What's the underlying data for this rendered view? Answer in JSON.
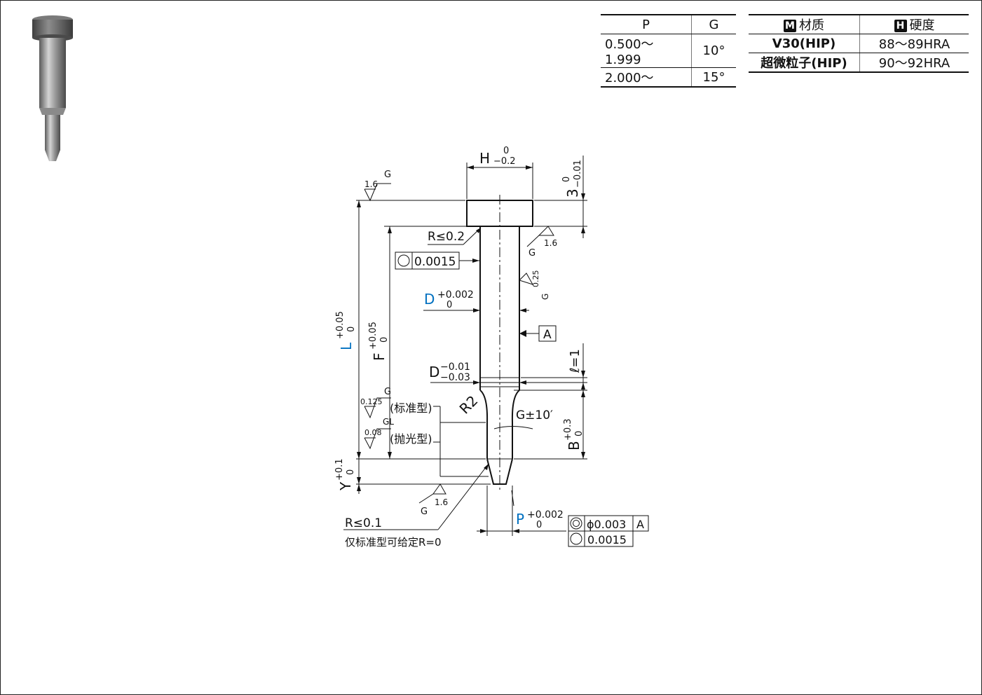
{
  "pg_table": {
    "headers": [
      "P",
      "G"
    ],
    "rows": [
      [
        "0.500～1.999",
        "10°"
      ],
      [
        "2.000～",
        "15°"
      ]
    ]
  },
  "material_table": {
    "header_tags": [
      "M",
      "H"
    ],
    "headers": [
      "材质",
      "硬度"
    ],
    "rows": [
      [
        "V30(HIP)",
        "88～89HRA"
      ],
      [
        "超微粒子(HIP)",
        "90～92HRA"
      ]
    ]
  },
  "drawing": {
    "head_width": {
      "sym": "H",
      "up": "0",
      "low": "−0.2"
    },
    "head_thickness": {
      "sym": "3",
      "up": "0",
      "low": "−0.01"
    },
    "length_L": {
      "sym": "L",
      "up": "+0.05",
      "low": "0"
    },
    "length_F": {
      "sym": "F",
      "up": "+0.05",
      "low": "0"
    },
    "shank_D": {
      "sym": "D",
      "up": "+0.002",
      "low": "0"
    },
    "relief_D": {
      "sym": "D",
      "up": "−0.01",
      "low": "−0.03"
    },
    "radius_head": "R≤0.2",
    "roundness": "0.0015",
    "datum": "A",
    "ell": "ℓ=1",
    "radius_R2": "R2",
    "angle_G": "G±10′",
    "length_B": {
      "sym": "B",
      "up": "+0.3",
      "low": "0"
    },
    "length_Y": {
      "sym": "Y",
      "up": "+0.1",
      "low": "0"
    },
    "tip_P": {
      "sym": "P",
      "up": "+0.002",
      "low": "0"
    },
    "standard_type": "(标准型)",
    "polished_type": "(抛光型)",
    "finish_standard": "0.125",
    "finish_polished": "0.08",
    "finish_16": "1.6",
    "finish_025": "0.25",
    "finish_G": "G",
    "finish_GL": "GL",
    "tip_radius": "R≤0.1",
    "tip_note": "仅标准型可给定R=0",
    "concentricity": "ϕ0.003",
    "datum_ref": "A",
    "roundness_P": "0.0015"
  },
  "colors": {
    "accent": "#0070c0",
    "line": "#111111",
    "photo_metal": "#8a8a8a"
  }
}
